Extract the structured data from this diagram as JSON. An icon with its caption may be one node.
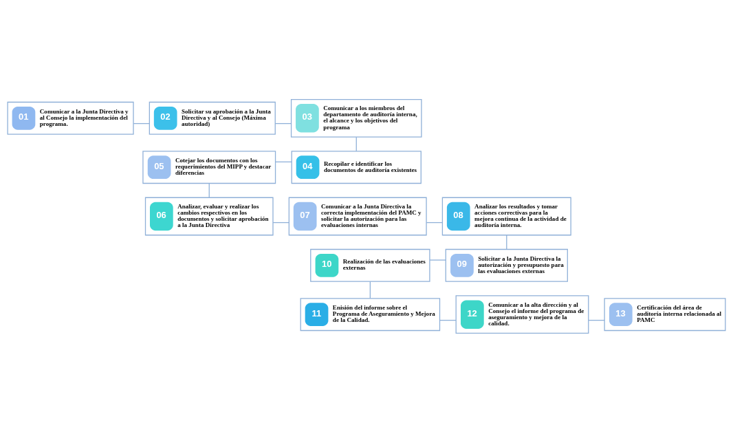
{
  "diagram": {
    "nodes": [
      {
        "text": [
          "01",
          "Comunicar a la Junta Directiva y al Consejo la implementación del programa."
        ]
      },
      {
        "text": [
          "02",
          "Solicitar su aprobación a la Junta Directiva y al Consejo (Máxima autoridad)"
        ]
      },
      {
        "text": [
          "03",
          "Comunicar a los miembros del departamento de auditoría interna, el alcance y los objetivos del programa"
        ]
      },
      {
        "text": [
          "04",
          "Recopilar e identificar los documentos de auditoría existentes"
        ]
      },
      {
        "text": [
          "05",
          "Cotejar los documentos con los requerimientos del MIPP y destacar diferencias"
        ]
      },
      {
        "text": [
          "06",
          "Analizar, evaluar y realizar los cambios respectivos en los documentos y solicitar aprobación a la Junta Directiva"
        ]
      },
      {
        "text": [
          "07",
          "Comunicar a la Junta Directiva la correcta implementación del PAMC y solicitar la autorización para las evaluaciones internas"
        ]
      },
      {
        "text": [
          "08",
          "Analizar los resultados y tomar acciones correctivas para la mejora continua de la actividad de auditoría interna."
        ]
      },
      {
        "text": [
          "09",
          "Solicitar a la Junta Directiva la autorización y presupuesto para las evaluaciones externas"
        ]
      },
      {
        "text": [
          "10",
          "Realización de las evaluaciones externas"
        ]
      },
      {
        "text": [
          "11",
          "Enisión del informe sobre el Programa de Aseguramiento y Mejora de la Calidad."
        ]
      },
      {
        "text": [
          "12",
          "Comunicar a la alta dirección y al Consejo el informe del programa de aseguramiento y mejora de la calidad."
        ]
      },
      {
        "text": [
          "13",
          "Certificación del área de auditoría interna relacionada al PAMC"
        ]
      }
    ],
    "edges": [
      {
        "from": 0,
        "to": 1,
        "arrow": "none"
      },
      {
        "from": 1,
        "to": 2,
        "arrow": "none"
      },
      {
        "from": 2,
        "to": 3,
        "arrow": "none"
      },
      {
        "from": 3,
        "to": 4,
        "arrow": "none"
      },
      {
        "from": 4,
        "to": 5,
        "arrow": "none"
      },
      {
        "from": 5,
        "to": 6,
        "arrow": "none"
      },
      {
        "from": 6,
        "to": 7,
        "arrow": "none"
      },
      {
        "from": 7,
        "to": 8,
        "arrow": "none"
      },
      {
        "from": 8,
        "to": 9,
        "arrow": "none"
      },
      {
        "from": 9,
        "to": 10,
        "arrow": "none"
      },
      {
        "from": 10,
        "to": 11,
        "arrow": "none"
      },
      {
        "from": 11,
        "to": 12,
        "arrow": "none"
      }
    ]
  }
}
